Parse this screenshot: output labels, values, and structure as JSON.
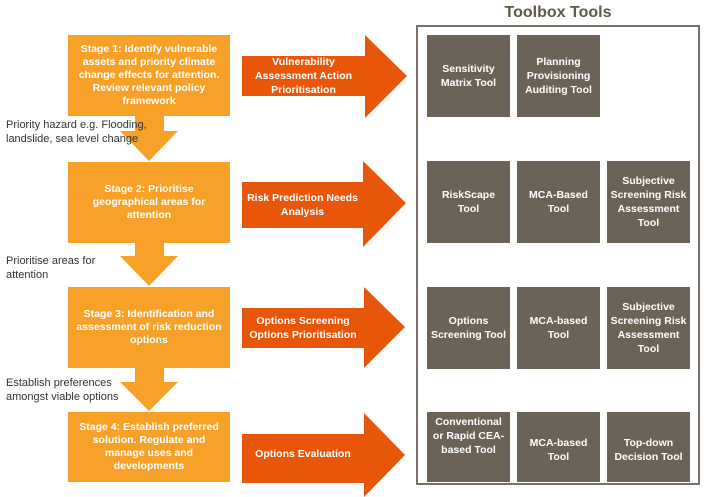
{
  "colors": {
    "stage": "#F8A128",
    "process_arrow": "#E8560A",
    "tool": "#6B6357",
    "toolbox_border": "#7a7268"
  },
  "toolbox": {
    "title": "Toolbox Tools"
  },
  "stages": [
    {
      "label": "Stage 1: Identify vulnerable assets and priority climate change effects for attention. Review relevant policy framework"
    },
    {
      "label": "Stage 2: Prioritise geographical areas for attention"
    },
    {
      "label": "Stage 3: Identification and assessment of risk reduction options"
    },
    {
      "label": "Stage 4: Establish preferred solution. Regulate and manage uses and developments"
    }
  ],
  "transitions": [
    {
      "note": "Priority hazard e.g. Flooding, landslide, sea level change"
    },
    {
      "note": "Prioritise areas for attention"
    },
    {
      "note": "Establish preferences amongst viable options"
    }
  ],
  "processes": [
    {
      "label": "Vulnerability Assessment Action Prioritisation"
    },
    {
      "label": "Risk Prediction Needs Analysis"
    },
    {
      "label": "Options Screening Options Prioritisation"
    },
    {
      "label": "Options Evaluation"
    }
  ],
  "tools": [
    [
      "Sensitivity Matrix Tool",
      "Planning Provisioning Auditing Tool"
    ],
    [
      "RiskScape Tool",
      "MCA-Based Tool",
      "Subjective Screening Risk Assessment Tool"
    ],
    [
      "Options Screening Tool",
      "MCA-based Tool",
      "Subjective Screening Risk Assessment Tool"
    ],
    [
      "Conventional or Rapid CEA-based Tool",
      "MCA-based Tool",
      "Top-down Decision Tool"
    ]
  ]
}
